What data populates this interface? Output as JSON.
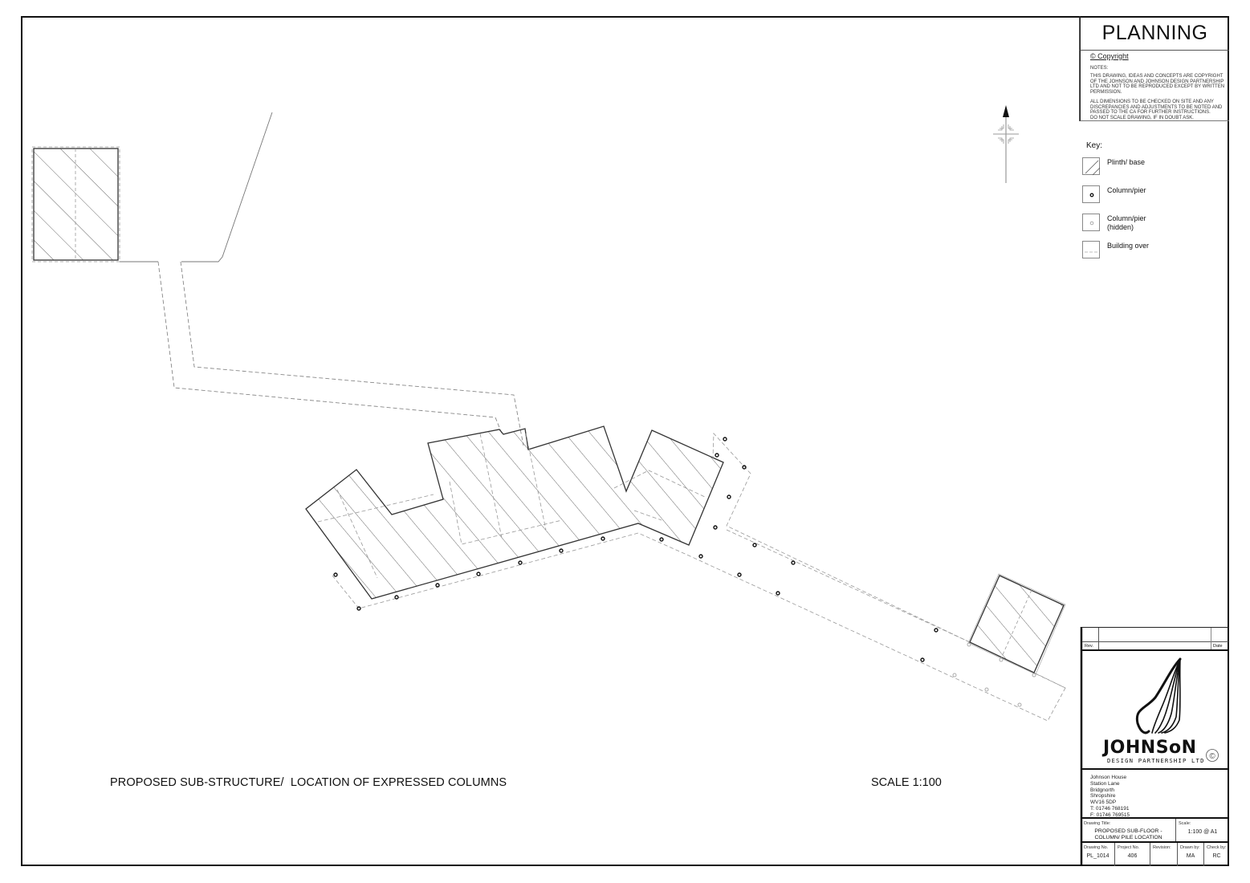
{
  "drawing": {
    "stamp": "PLANNING",
    "title_main": "PROPOSED SUB-STRUCTURE/  LOCATION OF EXPRESSED COLUMNS",
    "scale_label": "SCALE 1:100",
    "north_arrow": "north-arrow-icon"
  },
  "notes": {
    "copyright": "© Copyright",
    "header": "NOTES:",
    "paragraphs": [
      "THIS DRAWING, IDEAS AND CONCEPTS ARE COPYRIGHT OF THE JOHNSON AND JOHNSON DESIGN PARTNERSHIP LTD AND NOT TO BE REPRODUCED EXCEPT BY WRITTEN PERMISSION.",
      "ALL DIMENSIONS TO BE CHECKED ON SITE AND ANY DISCREPANCIES AND ADJUSTMENTS TO BE NOTED AND PASSED TO THE CA FOR FURTHER INSTRUCTIONS.",
      "DO NOT SCALE DRAWING, IF IN DOUBT ASK."
    ]
  },
  "key": {
    "title": "Key:",
    "items": [
      {
        "label": "Plinth/ base",
        "symbol": "hatch-icon"
      },
      {
        "label": "Column/pier",
        "symbol": "column-icon"
      },
      {
        "label": "Column/pier\n(hidden)",
        "symbol": "hidden-column-icon"
      },
      {
        "label": "Building over",
        "symbol": "dashed-line-icon"
      }
    ]
  },
  "revisions": {
    "rev_label": "Rev.",
    "date_label": "Date"
  },
  "company": {
    "name": "JOHNSoN",
    "subtitle": "DESIGN PARTNERSHIP LTD",
    "copyright_symbol": "©",
    "address": [
      "Johnson House",
      "Station Lane",
      "Bridgnorth",
      "Shropshire",
      "WV16 5DP",
      "T: 01746 768191",
      "F: 01746 769515"
    ]
  },
  "title_block": {
    "drawing_title_label": "Drawing Title:",
    "drawing_title_line1": "PROPOSED SUB-FLOOR  -",
    "drawing_title_line2": "COLUMN/ PILE LOCATION",
    "scale_label": "Scale:",
    "scale_value": "1:100 @ A1",
    "drawing_no_label": "Drawing No.",
    "drawing_no": "PL_1014",
    "project_no_label": "Project No.",
    "project_no": "406",
    "revision_label": "Revision:",
    "revision": "",
    "drawn_by_label": "Drawn by:",
    "drawn_by": "MA",
    "check_by_label": "Check by:",
    "check_by": "RC"
  }
}
